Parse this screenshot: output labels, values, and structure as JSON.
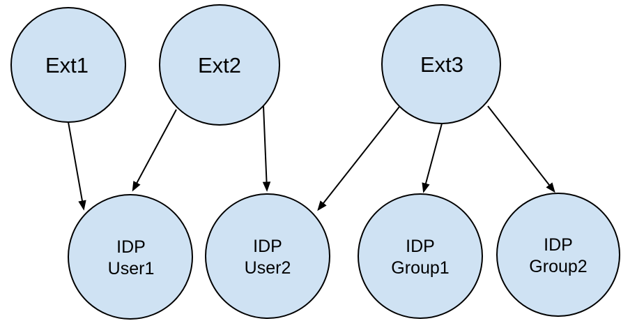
{
  "diagram": {
    "type": "directed-graph",
    "background": "#ffffff",
    "node_fill": "#cfe2f3",
    "node_stroke": "#000000",
    "arrow_color": "#000000",
    "nodes": {
      "ext1": {
        "label": "Ext1"
      },
      "ext2": {
        "label": "Ext2"
      },
      "ext3": {
        "label": "Ext3"
      },
      "user1": {
        "line1": "IDP",
        "line2": "User1"
      },
      "user2": {
        "line1": "IDP",
        "line2": "User2"
      },
      "group1": {
        "line1": "IDP",
        "line2": "Group1"
      },
      "group2": {
        "line1": "IDP",
        "line2": "Group2"
      }
    },
    "edges": [
      {
        "from": "Ext1",
        "to": "IDP User1"
      },
      {
        "from": "Ext2",
        "to": "IDP User1"
      },
      {
        "from": "Ext2",
        "to": "IDP User2"
      },
      {
        "from": "Ext3",
        "to": "IDP User2"
      },
      {
        "from": "Ext3",
        "to": "IDP Group1"
      },
      {
        "from": "Ext3",
        "to": "IDP Group2"
      }
    ]
  }
}
